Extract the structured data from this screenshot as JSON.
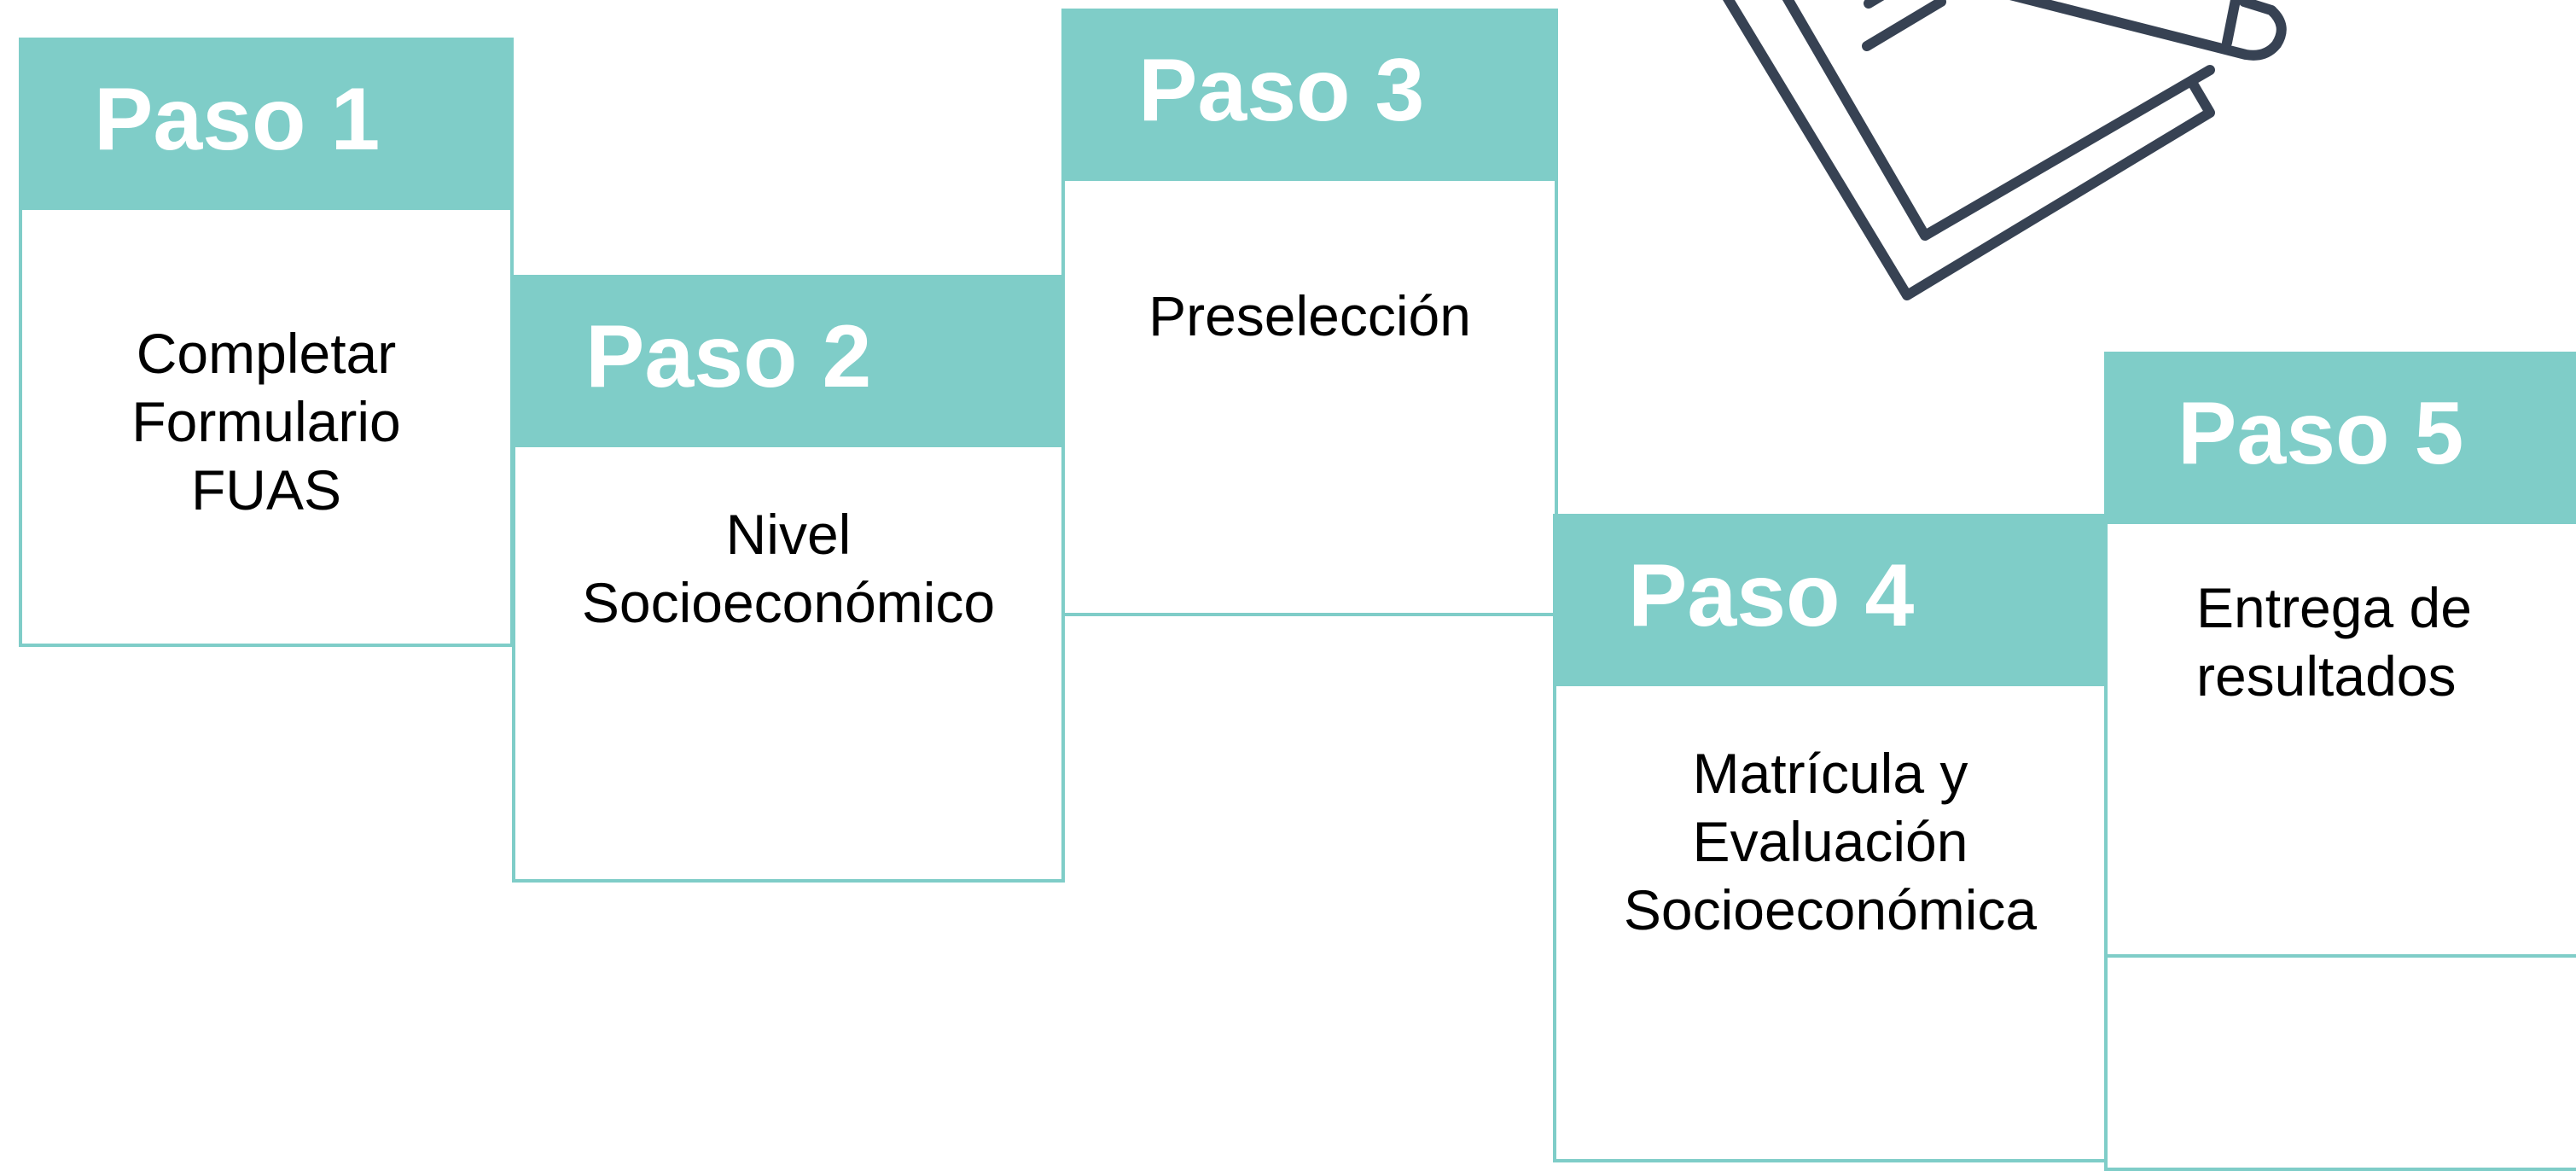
{
  "steps": [
    {
      "title": "Paso 1",
      "lines": [
        "Completar",
        "Formulario",
        "FUAS"
      ]
    },
    {
      "title": "Paso 2",
      "lines": [
        "Nivel",
        "Socioeconómico"
      ]
    },
    {
      "title": "Paso 3",
      "lines": [
        "Preselección"
      ]
    },
    {
      "title": "Paso 4",
      "lines": [
        "Matrícula y",
        "Evaluación",
        "Socioeconómica"
      ]
    },
    {
      "title": "Paso 5",
      "lines": [
        "Entrega de",
        "resultados"
      ]
    }
  ],
  "colors": {
    "accent": "#7fcdc8",
    "icon_stroke": "#374253",
    "body_text": "#000000",
    "header_text": "#ffffff"
  },
  "icons": [
    "document-pen-icon"
  ]
}
